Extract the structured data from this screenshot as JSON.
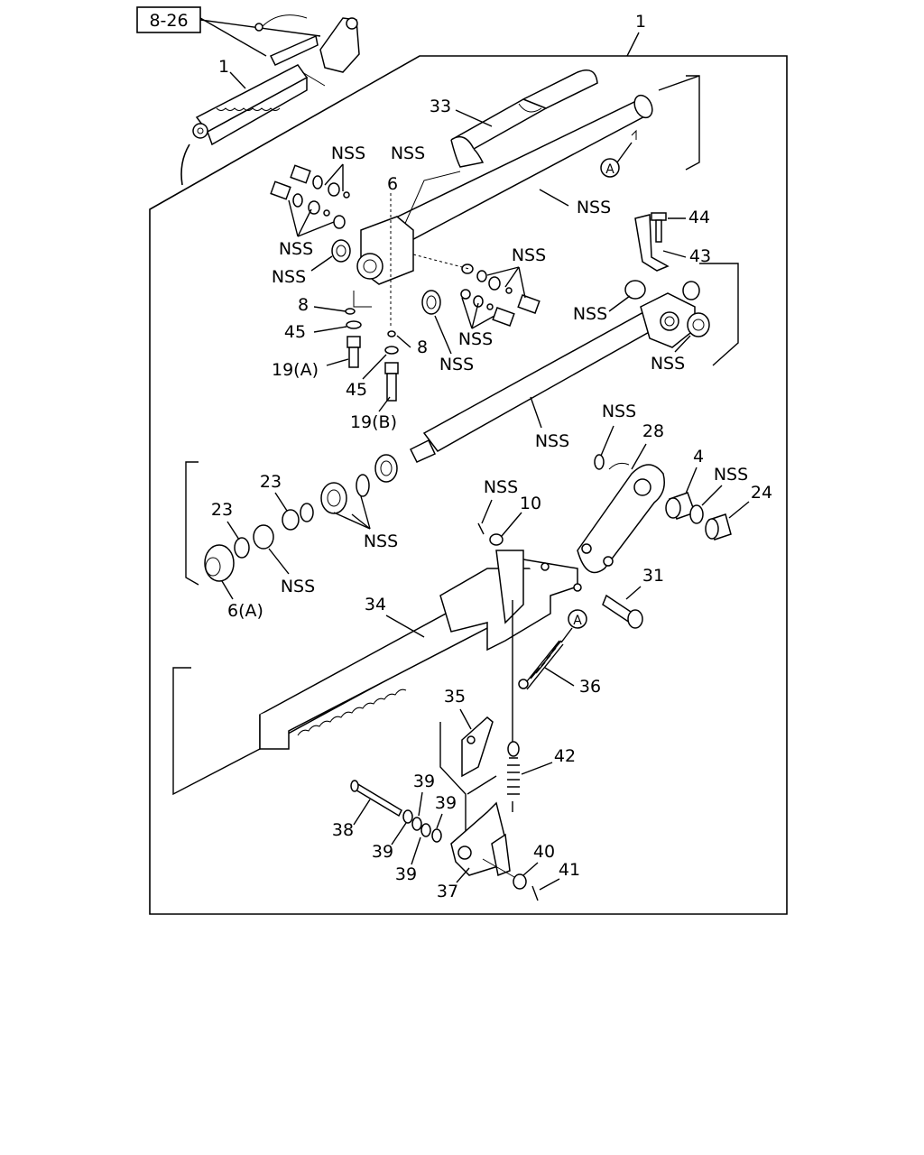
{
  "ref_box": "8-26",
  "labels": {
    "top_1": "1",
    "inset_1": "1",
    "l33": "33",
    "nss_a": "NSS",
    "nss_b": "NSS",
    "l6": "6",
    "nss_c": "NSS",
    "nss_d": "NSS",
    "nss_e": "NSS",
    "l8a": "8",
    "l45a": "45",
    "l19a": "19(A)",
    "l8b": "8",
    "l45b": "45",
    "l19b": "19(B)",
    "nss_f": "NSS",
    "nss_g": "NSS",
    "nss_h": "NSS",
    "l44": "44",
    "l43": "43",
    "nss_i": "NSS",
    "nss_j": "NSS",
    "nss_k": "NSS",
    "nss_l": "NSS",
    "l28": "28",
    "l4": "4",
    "nss_m": "NSS",
    "l24": "24",
    "l23a": "23",
    "l23b": "23",
    "nss_n": "NSS",
    "nss_o": "NSS",
    "l6a": "6(A)",
    "nss_p": "NSS",
    "l10": "10",
    "l31": "31",
    "l34": "34",
    "l36": "36",
    "l35": "35",
    "l42": "42",
    "l39a": "39",
    "l39b": "39",
    "l38": "38",
    "l39c": "39",
    "l39d": "39",
    "l40": "40",
    "l41": "41",
    "l37": "37",
    "circle_a1": "A",
    "circle_a2": "A"
  },
  "colors": {
    "ink": "#000000",
    "paper": "#ffffff"
  }
}
